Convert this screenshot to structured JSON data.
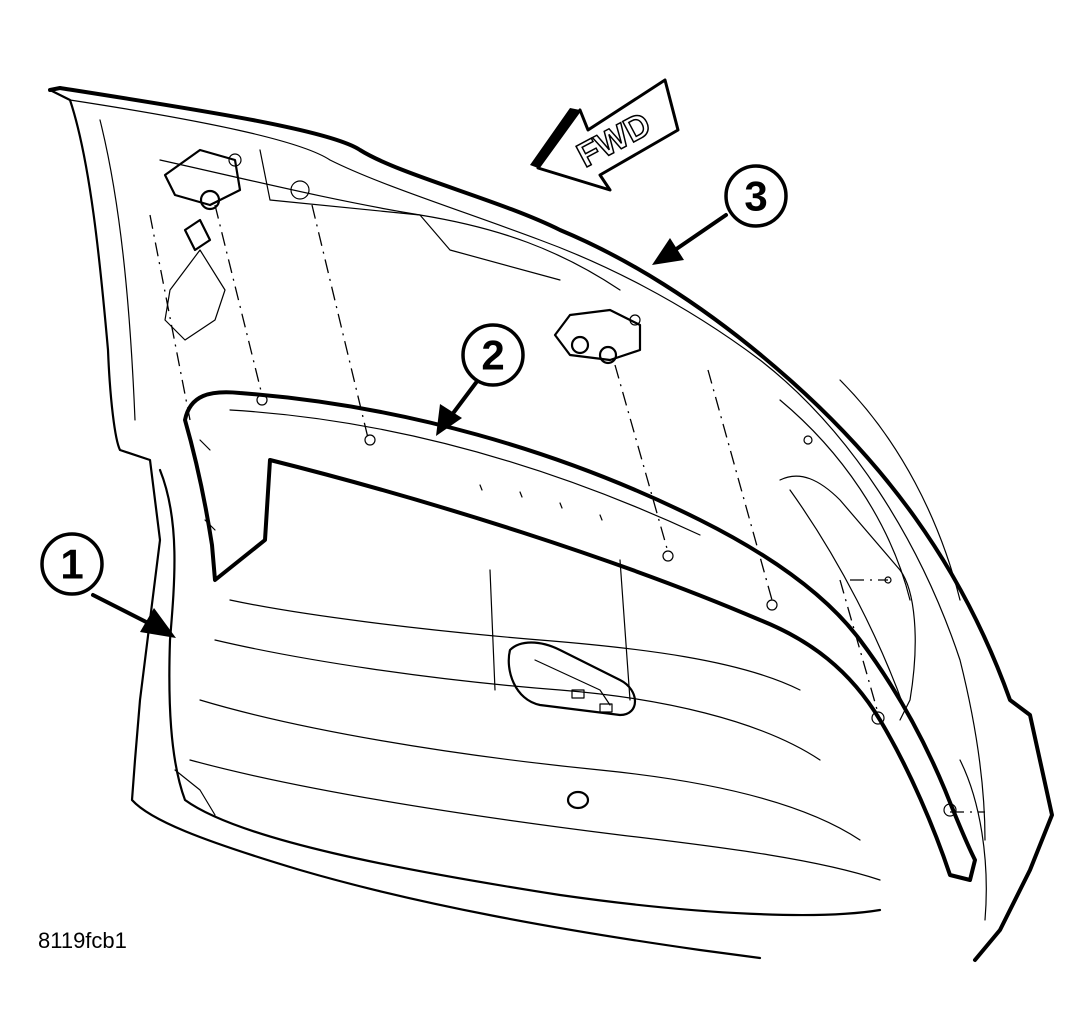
{
  "callouts": [
    {
      "label": "1"
    },
    {
      "label": "2"
    },
    {
      "label": "3"
    }
  ],
  "direction_label": "FWD",
  "figure_id": "8119fcb1"
}
